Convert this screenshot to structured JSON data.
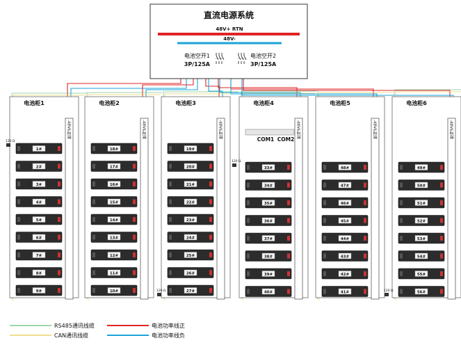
{
  "title": "直流电源系统",
  "bus_positive": "48V+ RTN",
  "bus_negative": "48V-",
  "breakers": [
    {
      "name": "电池空开1",
      "rating": "3P/125A"
    },
    {
      "name": "电池空开2",
      "rating": "3P/125A"
    }
  ],
  "busbar_label": "-48V&正排",
  "com_labels": [
    "COM1",
    "COM2"
  ],
  "terminator_label": "120 Ω",
  "cabinets": [
    {
      "name": "电池柜1",
      "modules": [
        "1#",
        "2#",
        "3#",
        "4#",
        "5#",
        "6#",
        "7#",
        "8#",
        "9#"
      ]
    },
    {
      "name": "电池柜2",
      "modules": [
        "18#",
        "17#",
        "16#",
        "15#",
        "14#",
        "13#",
        "12#",
        "11#",
        "10#"
      ]
    },
    {
      "name": "电池柜3",
      "modules": [
        "19#",
        "20#",
        "21#",
        "22#",
        "23#",
        "24#",
        "25#",
        "26#",
        "27#"
      ]
    },
    {
      "name": "电池柜4",
      "modules": [
        "33#",
        "34#",
        "35#",
        "36#",
        "37#",
        "38#",
        "39#",
        "40#"
      ]
    },
    {
      "name": "电池柜5",
      "modules": [
        "48#",
        "47#",
        "46#",
        "45#",
        "44#",
        "43#",
        "42#",
        "41#"
      ]
    },
    {
      "name": "电池柜6",
      "modules": [
        "49#",
        "50#",
        "51#",
        "52#",
        "53#",
        "54#",
        "55#",
        "56#"
      ]
    }
  ],
  "legend": [
    {
      "label": "RS485通讯线缆",
      "color": "#7dc98b"
    },
    {
      "label": "CAN通讯线缆",
      "color": "#e8d46a"
    },
    {
      "label": "电池功率线正",
      "color": "#e02424"
    },
    {
      "label": "电池功率线负",
      "color": "#1aa3d9"
    }
  ],
  "colors": {
    "positive": "#e02424",
    "negative": "#1aa3d9",
    "rs485": "#7dc98b",
    "can": "#e8d46a"
  }
}
